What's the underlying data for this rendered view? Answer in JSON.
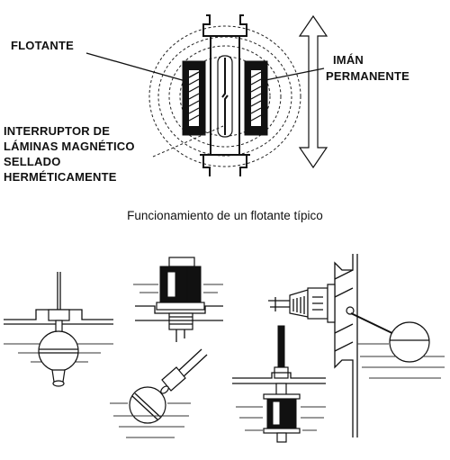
{
  "labels": {
    "float": "FLOTANTE",
    "magnet_line1": "IMÁN",
    "magnet_line2": "PERMANENTE",
    "switch_line1": "INTERRUPTOR DE",
    "switch_line2": "LÁMINAS MAGNÉTICO",
    "switch_line3": "SELLADO",
    "switch_line4": "HERMÉTICAMENTE"
  },
  "caption": "Funcionamiento de un flotante típico"
}
